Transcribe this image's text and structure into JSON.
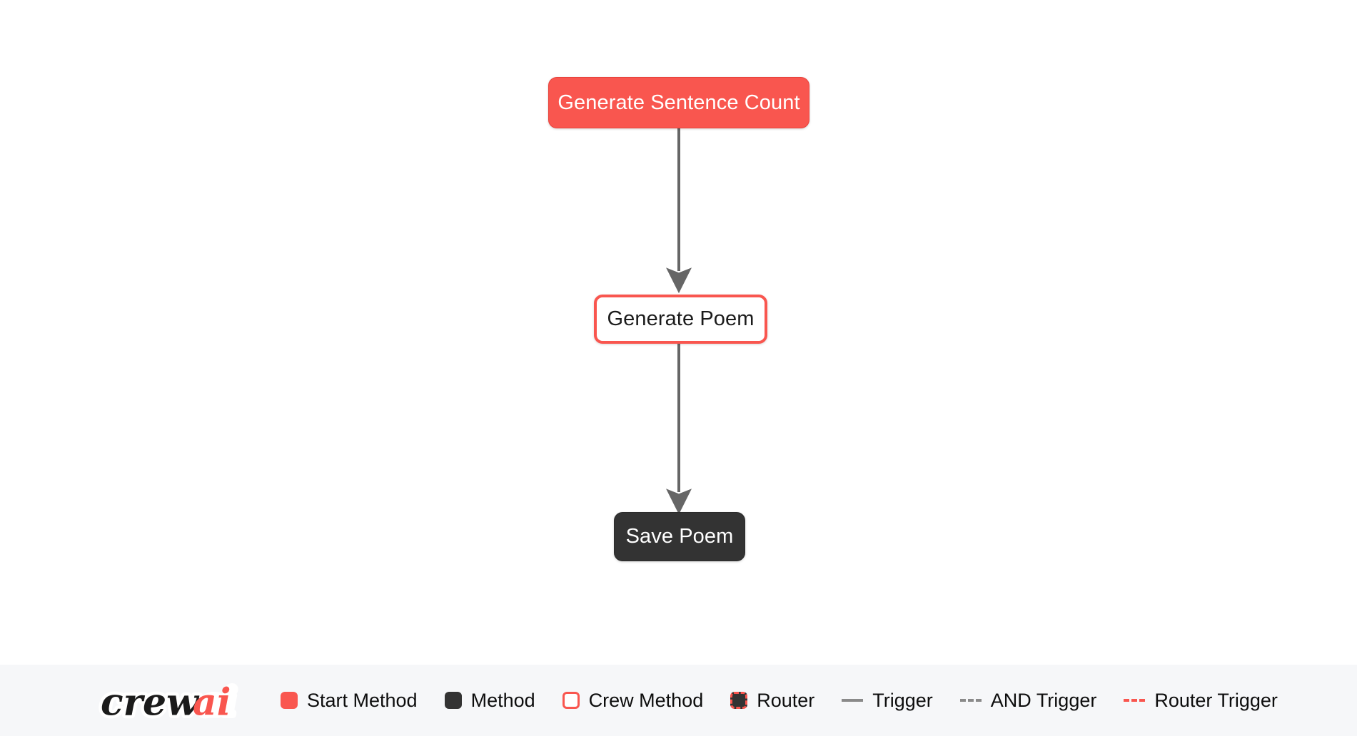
{
  "flow": {
    "nodes": [
      {
        "id": "generate-sentence-count",
        "label": "Generate Sentence Count",
        "type": "start-method"
      },
      {
        "id": "generate-poem",
        "label": "Generate Poem",
        "type": "crew-method"
      },
      {
        "id": "save-poem",
        "label": "Save Poem",
        "type": "method"
      }
    ],
    "edges": [
      {
        "from": "generate-sentence-count",
        "to": "generate-poem",
        "type": "trigger"
      },
      {
        "from": "generate-poem",
        "to": "save-poem",
        "type": "trigger"
      }
    ]
  },
  "legend": {
    "logo_text_primary": "crew",
    "logo_text_accent": "ai",
    "items": [
      {
        "key": "start-method",
        "label": "Start Method",
        "marker": "swatch",
        "color": "#f9564f"
      },
      {
        "key": "method",
        "label": "Method",
        "marker": "swatch",
        "color": "#333333"
      },
      {
        "key": "crew-method",
        "label": "Crew Method",
        "marker": "swatch",
        "color": "#ffffff"
      },
      {
        "key": "router",
        "label": "Router",
        "marker": "swatch",
        "color": "#333333"
      },
      {
        "key": "trigger",
        "label": "Trigger",
        "marker": "line-solid",
        "color": "#8a8a8a"
      },
      {
        "key": "and-trigger",
        "label": "AND Trigger",
        "marker": "line-dashed",
        "color": "#8a8a8a"
      },
      {
        "key": "router-trigger",
        "label": "Router Trigger",
        "marker": "line-dashed",
        "color": "#f9564f"
      }
    ]
  },
  "colors": {
    "accent": "#f9564f",
    "dark": "#333333",
    "edge": "#666666",
    "canvas_bg": "#ffffff",
    "legend_bg": "#f6f7f9"
  }
}
